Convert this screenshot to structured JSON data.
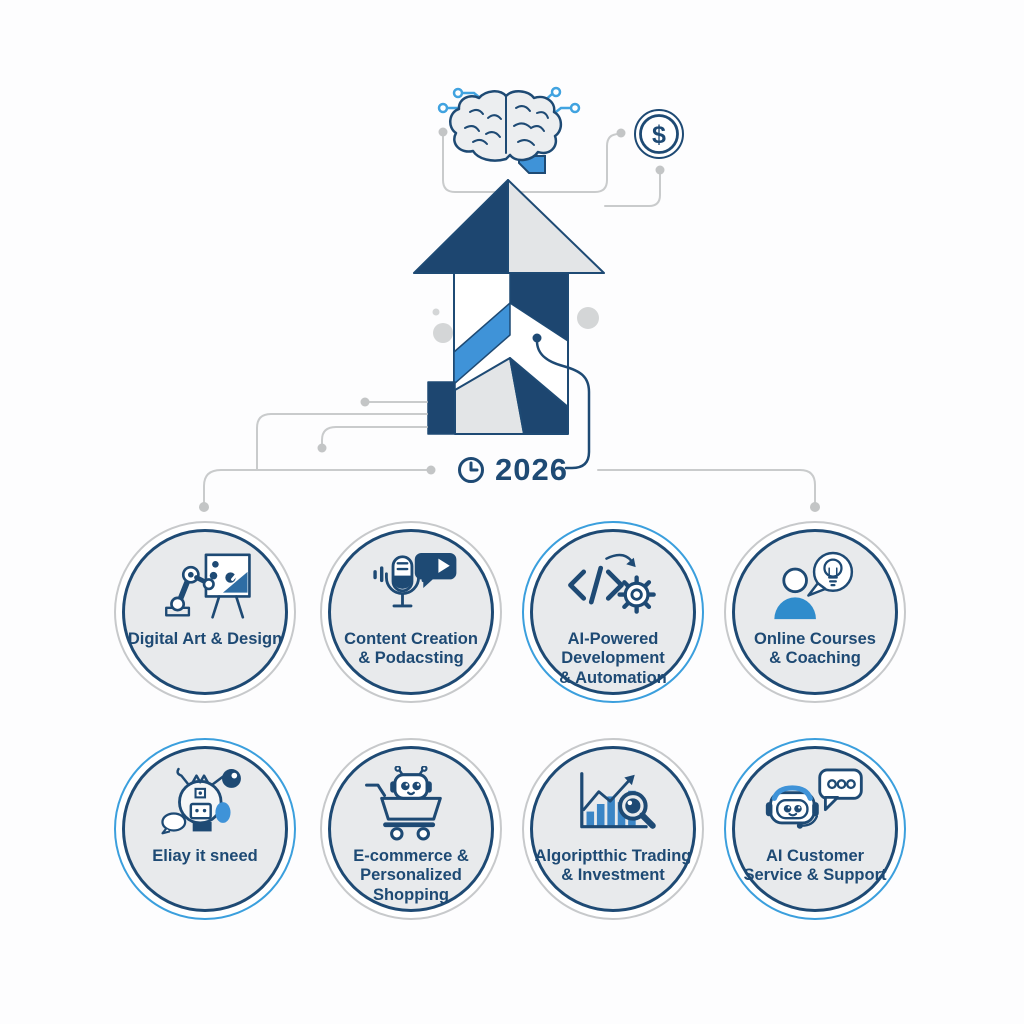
{
  "infographic": {
    "year": "2026",
    "currency_symbol": "$",
    "theme_colors": {
      "navy": "#1e4a74",
      "bright_blue": "#3f93d8",
      "circuit_blue": "#41a3e0",
      "circle_fill": "#e8eaec",
      "gray_ring": "#c7c9cb",
      "blue_ring": "#3b9fdd",
      "connector_gray": "#c9cbcc"
    },
    "top_graphic": {
      "brain_icon": "ai-brain-circuit-icon",
      "coin_icon": "dollar-coin-icon",
      "arrow_icon": "growth-arrow-graphic",
      "clock_icon": "clock-icon"
    },
    "categories": [
      {
        "icon": "robot-arm-painting-icon",
        "ring": "gray",
        "label_lines": [
          "Digital Art & Design"
        ]
      },
      {
        "icon": "microphone-podcast-icon",
        "ring": "gray",
        "label_lines": [
          "Content Creation",
          "& Podacsting"
        ]
      },
      {
        "icon": "code-gear-icon",
        "ring": "blue",
        "label_lines": [
          "AI-Powered",
          "Development",
          "& Automation"
        ]
      },
      {
        "icon": "person-idea-bubble-icon",
        "ring": "gray",
        "label_lines": [
          "Online Courses",
          "& Coaching"
        ]
      },
      {
        "icon": "abstract-robot-icon",
        "ring": "blue",
        "label_lines": [
          "Eliay it sneed"
        ]
      },
      {
        "icon": "shopping-cart-robot-icon",
        "ring": "gray",
        "label_lines": [
          "E-commerce &",
          "Personalized",
          "Shopping"
        ]
      },
      {
        "icon": "trading-chart-magnifier-icon",
        "ring": "gray",
        "label_lines": [
          "Algoriptthic Trading",
          "& Investment"
        ]
      },
      {
        "icon": "support-robot-chat-icon",
        "ring": "blue",
        "label_lines": [
          "AI Customer",
          "Service & Support"
        ]
      }
    ]
  }
}
